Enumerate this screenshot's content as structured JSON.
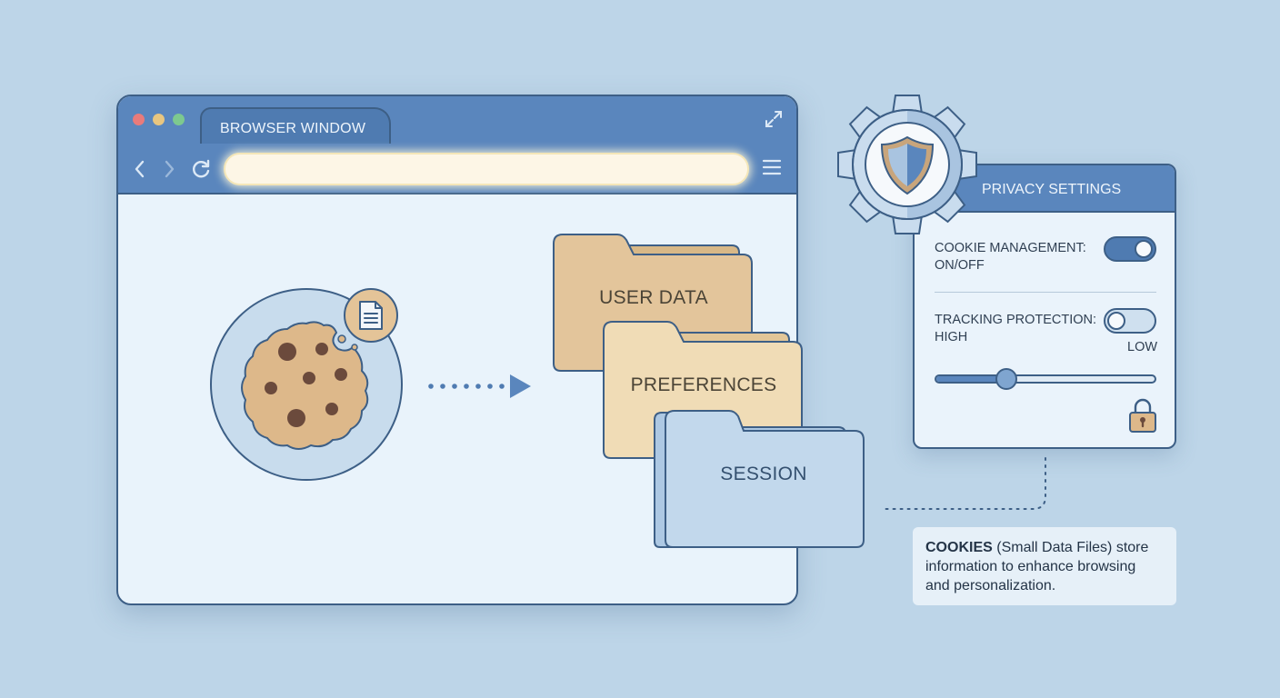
{
  "browser": {
    "tab_title": "BROWSER WINDOW",
    "address_value": "",
    "icons": {
      "back": "chevron-left-icon",
      "forward": "chevron-right-icon",
      "reload": "reload-icon",
      "menu": "hamburger-menu-icon",
      "expand": "expand-icon"
    }
  },
  "folders": [
    {
      "label": "USER DATA"
    },
    {
      "label": "PREFERENCES"
    },
    {
      "label": "SESSION"
    }
  ],
  "privacy": {
    "title": "PRIVACY SETTINGS",
    "cookie_label_line1": "COOKIE MANAGEMENT:",
    "cookie_label_line2": "ON/OFF",
    "cookie_toggle_on": true,
    "tracking_label_line1": "TRACKING PROTECTION:",
    "tracking_label_line2": "HIGH",
    "tracking_toggle_on": false,
    "low_label": "LOW",
    "slider_level": 0.32
  },
  "info": {
    "bold": "COOKIES",
    "rest": " (Small Data Files) store information to enhance browsing and personalization."
  },
  "colors": {
    "background": "#bdd5e8",
    "chrome_blue": "#5a86bd",
    "outline": "#3d5f86",
    "folder_tan": "#e3c59b",
    "folder_blue": "#c2d8ec",
    "cookie": "#ddb88a"
  }
}
